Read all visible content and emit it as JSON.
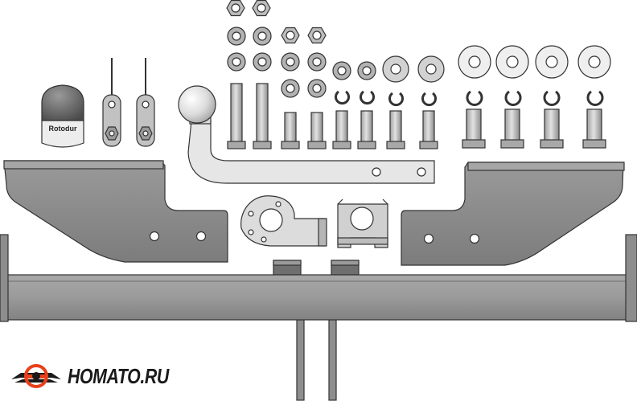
{
  "image": {
    "subject": "tow-bar-kit-exploded-view",
    "brand": {
      "logo_text": "HOMATO.RU",
      "accent_color": "#e8401c",
      "dark_color": "#1a1a1a"
    },
    "cap_label": "Rotodur"
  },
  "palette": {
    "steel_dark": "#8d8d8d",
    "steel_mid": "#a6a6a6",
    "steel_light": "#d4d4d4",
    "ball_light": "#e9e9e9",
    "outline": "#333333"
  }
}
